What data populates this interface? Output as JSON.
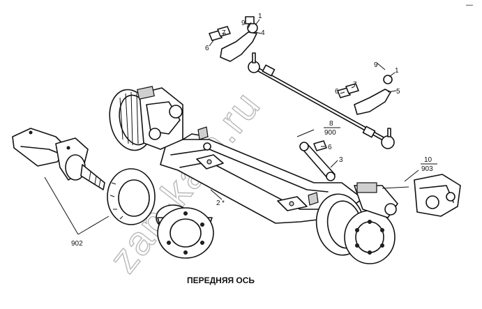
{
  "caption": "ПЕРЕДНЯЯ ОСЬ",
  "watermark": "zap-kam.ru",
  "corner_mark": "—",
  "callouts": {
    "c1a": "1",
    "c9a": "9",
    "c4": "4",
    "c7a": "7",
    "c6a": "6",
    "c9b": "9",
    "c1b": "1",
    "c7b": "7",
    "c6b": "6",
    "c5": "5",
    "c6c": "6",
    "c3": "3",
    "c2": "2",
    "frac8_num": "8",
    "frac8_den": "900",
    "frac10_num": "10",
    "frac10_den": "903",
    "c902": "902"
  }
}
